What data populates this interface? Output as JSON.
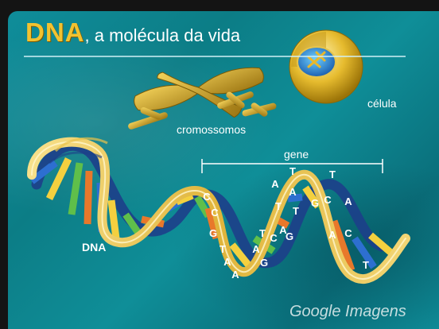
{
  "title": {
    "strong": "DNA",
    "rest": ", a molécula da vida"
  },
  "labels": {
    "cromossomos": "cromossomos",
    "celula": "célula",
    "gene": "gene",
    "dna": "DNA"
  },
  "bases": [
    "C",
    "C",
    "G",
    "T",
    "A",
    "A",
    "G",
    "A",
    "C",
    "T",
    "A",
    "G",
    "T",
    "A",
    "T",
    "A",
    "T",
    "G",
    "C",
    "T",
    "A",
    "A",
    "C",
    "T"
  ],
  "watermark": "Google Imagens",
  "colors": {
    "background_teal": "#0e8a96",
    "backbone_gold": "#e9c24a",
    "backbone_dark_blue": "#1d3f8a",
    "base_yellow": "#f4d03f",
    "base_orange": "#e8782b",
    "base_green": "#5fbf4a",
    "base_blue": "#2d6fd0",
    "chromosome_gold": "#c9a021"
  }
}
